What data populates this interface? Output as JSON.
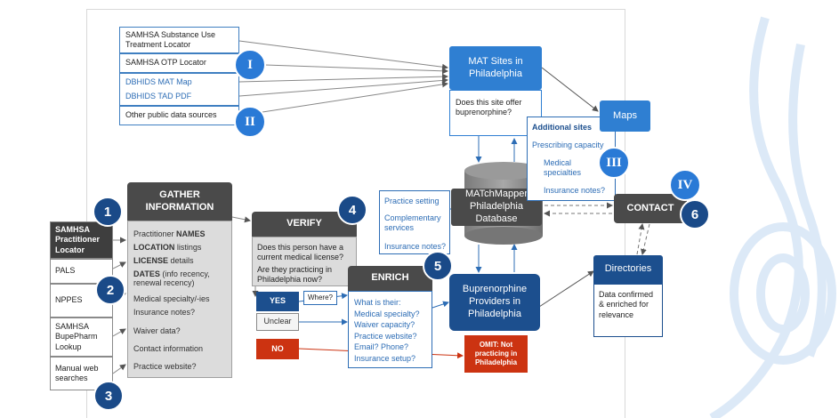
{
  "sources": {
    "substance_locator": "SAMHSA Substance Use Treatment Locator",
    "otp_locator": "SAMHSA OTP Locator",
    "dbhids_map": "DBHIDS MAT Map",
    "dbhids_pdf": "DBHIDS TAD PDF",
    "other_public": "Other public data sources"
  },
  "left_sources": {
    "practitioner_locator": "SAMHSA Practitioner Locator",
    "pals": "PALS",
    "nppes": "NPPES",
    "bupepharm": "SAMHSA BupePharm Lookup",
    "manual_web": "Manual web searches"
  },
  "gather": {
    "title": "GATHER INFORMATION",
    "items": [
      {
        "pre": "Practitioner ",
        "bold": "NAMES",
        "post": ""
      },
      {
        "pre": "",
        "bold": "LOCATION",
        "post": " listings"
      },
      {
        "pre": "",
        "bold": "LICENSE",
        "post": " details"
      },
      {
        "pre": "",
        "bold": "DATES",
        "post": " (info recency,"
      },
      {
        "pre": "renewal recency)",
        "bold": "",
        "post": ""
      },
      {
        "pre": "Medical specialty/-ies",
        "bold": "",
        "post": ""
      },
      {
        "pre": "Insurance notes?",
        "bold": "",
        "post": ""
      },
      {
        "pre": "Waiver data?",
        "bold": "",
        "post": ""
      },
      {
        "pre": "Contact information",
        "bold": "",
        "post": ""
      },
      {
        "pre": "Practice website?",
        "bold": "",
        "post": ""
      }
    ]
  },
  "verify": {
    "title": "VERIFY",
    "q1": "Does this person have a current medical license?",
    "q2": "Are they practicing in Philadelphia now?",
    "yes": "YES",
    "where": "Where?",
    "unclear": "Unclear",
    "no": "NO"
  },
  "enrich": {
    "title": "ENRICH",
    "items": [
      "What is their:",
      "Medical specialty?",
      "Waiver capacity?",
      "Practice website?",
      "Email? Phone?",
      "Insurance setup?"
    ]
  },
  "omit": "OMIT: Not practicing in Philadelphia",
  "mat_sites": {
    "title": "MAT Sites  in Philadelphia",
    "question": "Does this site offer buprenorphine?"
  },
  "practice_notes": [
    "Practice setting",
    "Complementary services",
    "Insurance notes?"
  ],
  "database": "MATchMapper Philadelphia Database",
  "bup_providers": "Buprenorphine Providers in Philadelphia",
  "additional": {
    "title": "Additional sites",
    "items": [
      "Prescribing capacity",
      "Medical specialties",
      "Insurance notes?"
    ]
  },
  "maps": "Maps",
  "contact": "CONTACT",
  "directories": {
    "title": "Directories",
    "note": "Data confirmed & enriched for relevance"
  },
  "badges": {
    "n1": "1",
    "n2": "2",
    "n3": "3",
    "n4": "4",
    "n5": "5",
    "n6": "6",
    "r1": "I",
    "r2": "II",
    "r3": "III",
    "r4": "IV"
  },
  "colors": {
    "navy": "#1c4f8e",
    "blue": "#2f7fd2",
    "dark_gray": "#4a4a4a",
    "red": "#cc3311",
    "light_gray": "#dcdcdc"
  }
}
